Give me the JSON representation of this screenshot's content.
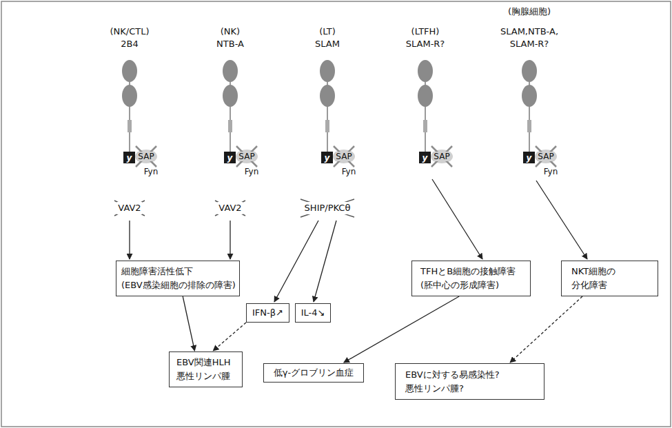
{
  "diagram": {
    "nodes": [
      {
        "text": [
          "細胞障害活性低下 (EBV感染細胞の排除の障害)"
        ]
      },
      {
        "text": [
          "IFN-β↗"
        ]
      },
      {
        "text": [
          "IL-4↘"
        ]
      },
      {
        "text": [
          "TFHとB細胞の接触障害 (胚中心の形成障害)"
        ]
      },
      {
        "text": [
          "NKT細胞の分化障害"
        ]
      },
      {
        "text": [
          "EBV関連HLH 悪性リンパ腫"
        ]
      },
      {
        "text": [
          "低γ-グロブリン血症"
        ]
      },
      {
        "text": [
          "EBVに対する易感染性? 悪性リンパ腫?"
        ]
      }
    ],
    "edges": [
      {
        "from": 0,
        "to": 5,
        "arrow": "to"
      },
      {
        "from": 1,
        "to": 5,
        "arrow": "to"
      },
      {
        "from": 3,
        "to": 6,
        "arrow": "to"
      },
      {
        "from": 4,
        "to": 7,
        "arrow": "to"
      }
    ],
    "labels": [
      "(NK/CTL)",
      "2B4",
      "y",
      "SAP",
      "Fyn",
      "(NK)",
      "NTB-A",
      "y",
      "SAP",
      "Fyn",
      "(LT)",
      "SLAM",
      "y",
      "SAP",
      "Fyn",
      "(LTFH)",
      "SLAM-R?",
      "y",
      "SAP",
      "(胸腺細胞)",
      "SLAM,NTB-A, SLAM-R?",
      "y",
      "SAP",
      "Fyn",
      "VAV2",
      "VAV2",
      "SHIP/PKCθ"
    ]
  }
}
